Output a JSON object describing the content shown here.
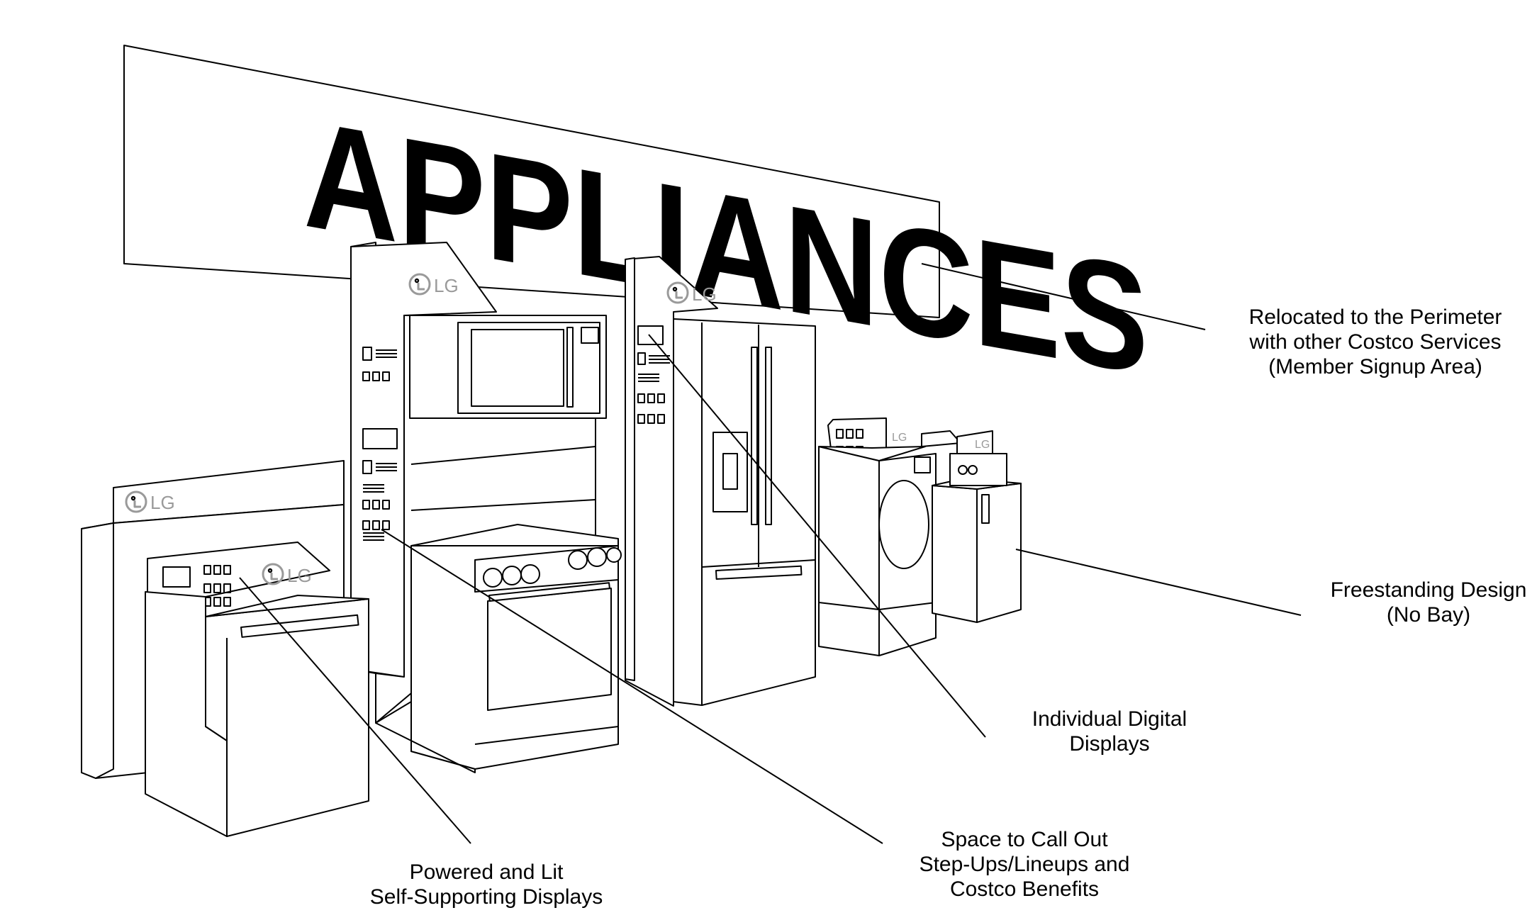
{
  "header_sign": {
    "text": "APPLIANCES"
  },
  "brand_logo": {
    "text": "LG"
  },
  "callouts": {
    "perimeter": {
      "lines": [
        "Relocated to the Perimeter",
        "with other Costco Services",
        "(Member Signup Area)"
      ]
    },
    "freestanding": {
      "lines": [
        "Freestanding Design",
        "(No Bay)"
      ]
    },
    "digital_displays": {
      "lines": [
        "Individual Digital",
        "Displays"
      ]
    },
    "space_call_out": {
      "lines": [
        "Space to Call Out",
        "Step-Ups/Lineups and",
        "Costco Benefits"
      ]
    },
    "powered_lit": {
      "lines": [
        "Powered and Lit",
        "Self-Supporting Displays"
      ]
    }
  }
}
